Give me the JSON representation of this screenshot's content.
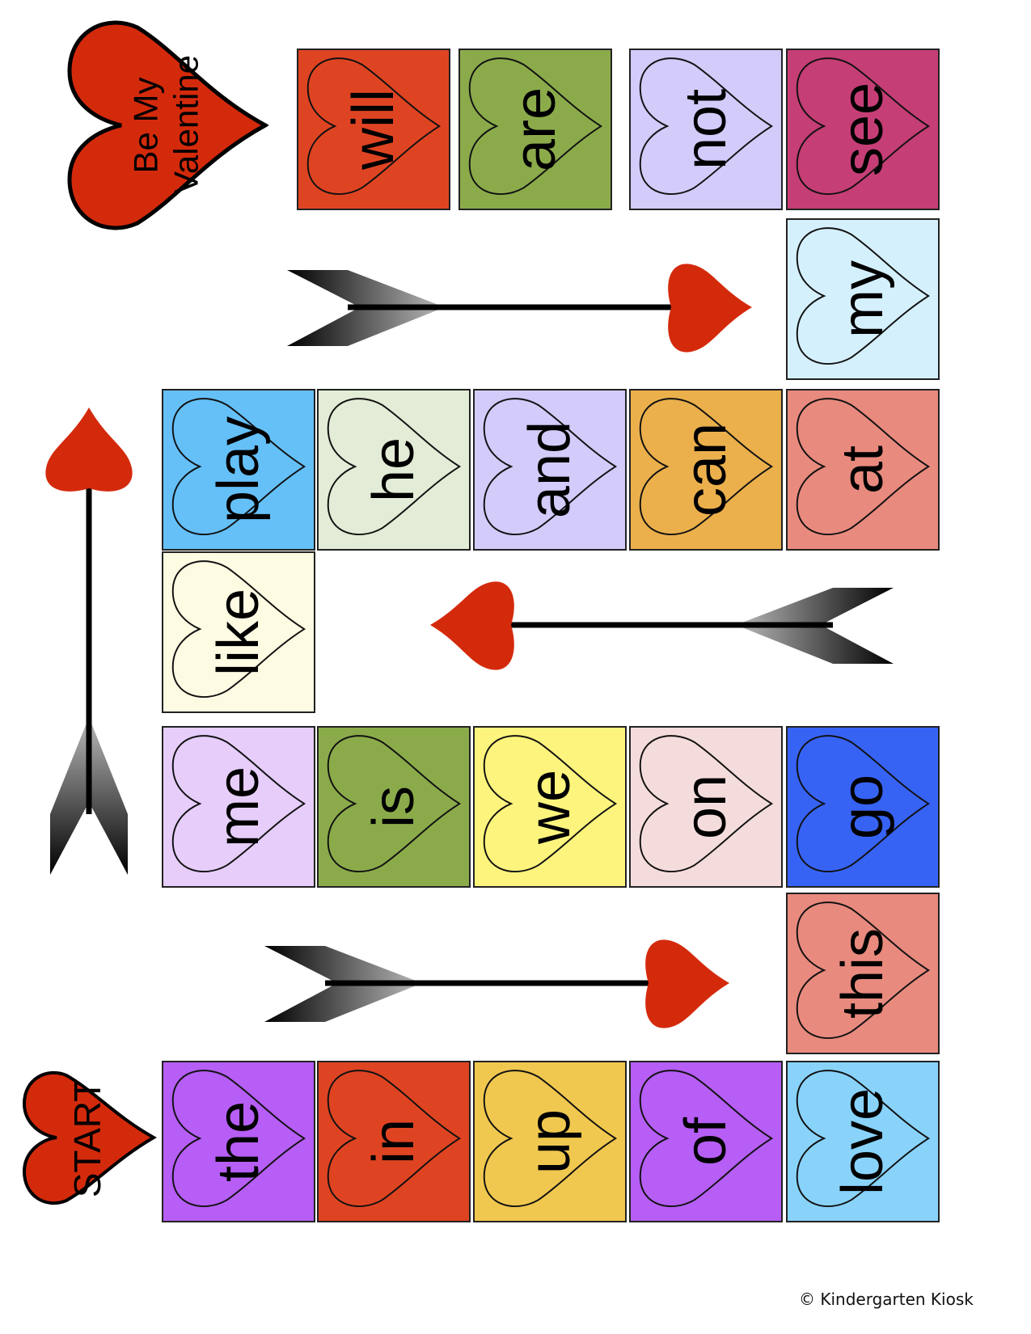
{
  "start_label": "START",
  "finish_label": "Be My Valentine",
  "credit": "© Kindergarten Kiosk",
  "heart_color": "#d42a0c",
  "tiles": [
    {
      "word": "the",
      "color": "#b65ef5"
    },
    {
      "word": "in",
      "color": "#df4422"
    },
    {
      "word": "up",
      "color": "#f1c84f"
    },
    {
      "word": "of",
      "color": "#b65ef5"
    },
    {
      "word": "love",
      "color": "#89d3fb"
    },
    {
      "word": "this",
      "color": "#e88a7e"
    },
    {
      "word": "go",
      "color": "#3763f5"
    },
    {
      "word": "on",
      "color": "#f5dcdc"
    },
    {
      "word": "we",
      "color": "#fdf47d"
    },
    {
      "word": "is",
      "color": "#8bab4b"
    },
    {
      "word": "me",
      "color": "#e6cdfa"
    },
    {
      "word": "like",
      "color": "#fdfbe2"
    },
    {
      "word": "play",
      "color": "#65c0f8"
    },
    {
      "word": "he",
      "color": "#e2ecd6"
    },
    {
      "word": "and",
      "color": "#d3cbfa"
    },
    {
      "word": "can",
      "color": "#ebb04c"
    },
    {
      "word": "at",
      "color": "#e88a7e"
    },
    {
      "word": "my",
      "color": "#d5f0fd"
    },
    {
      "word": "see",
      "color": "#c53e75"
    },
    {
      "word": "not",
      "color": "#d3cbfa"
    },
    {
      "word": "are",
      "color": "#8bab4b"
    },
    {
      "word": "will",
      "color": "#df4422"
    }
  ]
}
